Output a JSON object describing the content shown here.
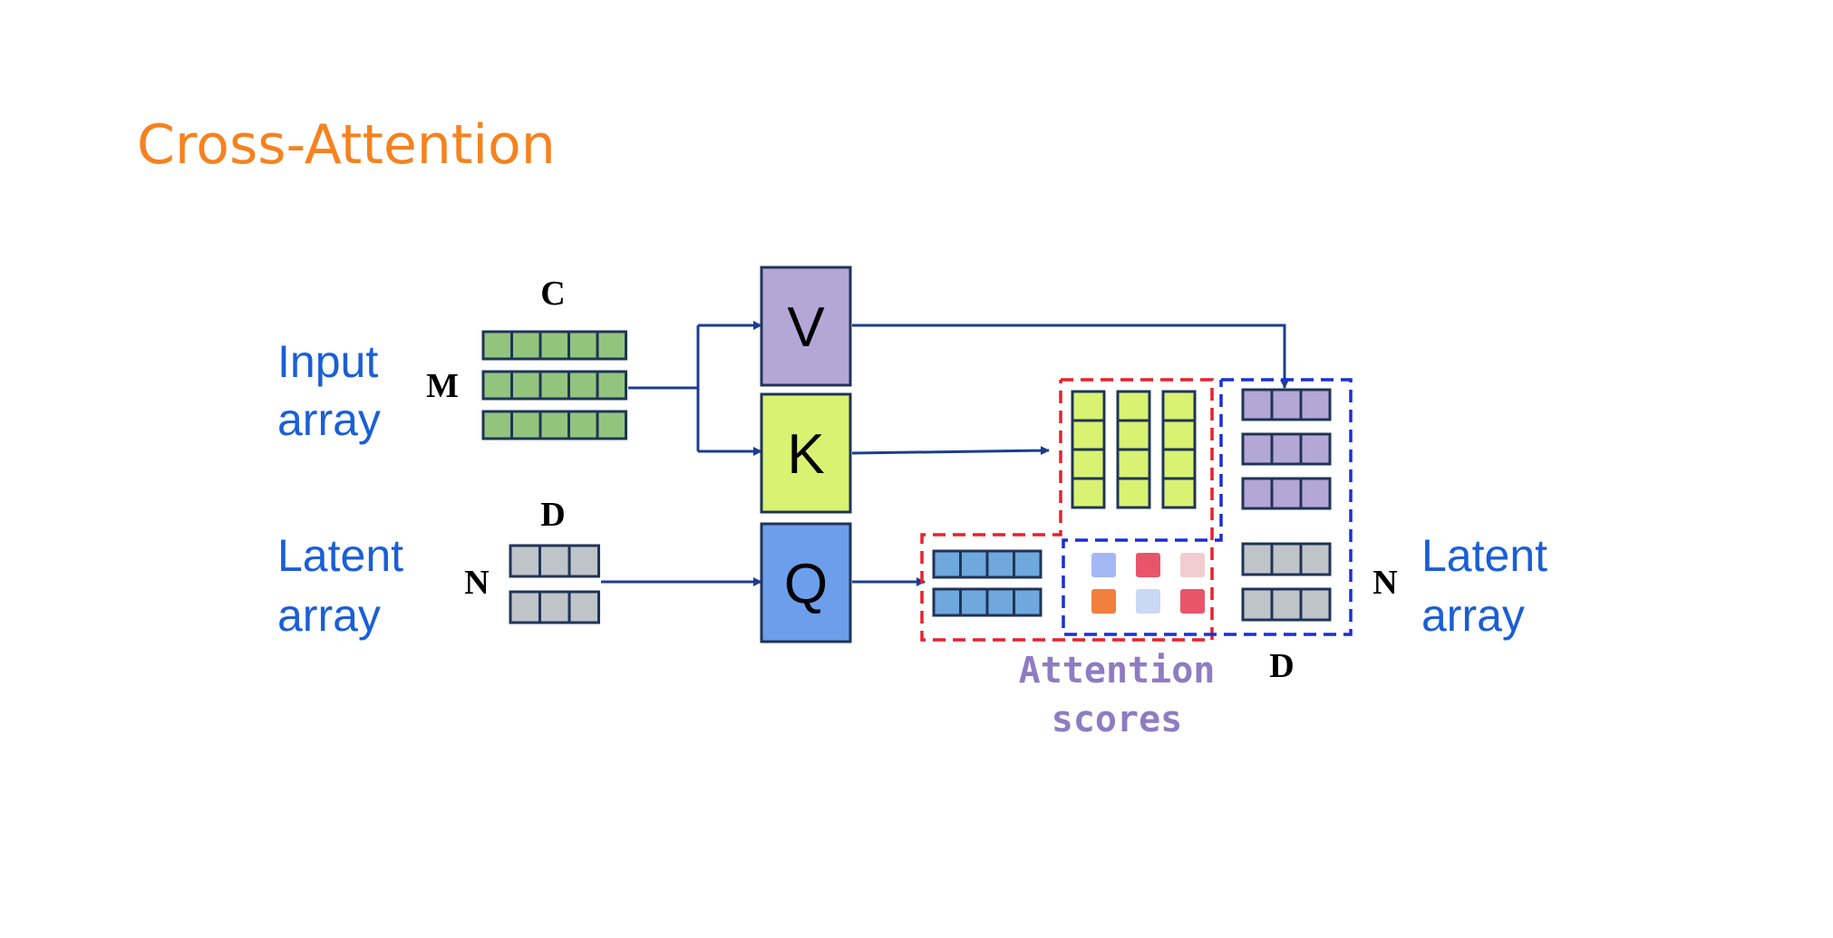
{
  "title": "Cross-Attention",
  "labels": {
    "input_array": [
      "Input",
      "array"
    ],
    "latent_array_left": [
      "Latent",
      "array"
    ],
    "latent_array_right": [
      "Latent",
      "array"
    ],
    "attention_scores": [
      "Attention",
      "scores"
    ]
  },
  "dims": {
    "c": "C",
    "m": "M",
    "d_top": "D",
    "n_left": "N",
    "n_right": "N",
    "d_bottom": "D"
  },
  "projections": {
    "v": "V",
    "k": "K",
    "q": "Q"
  },
  "colors": {
    "title": "#f5821f",
    "label_blue": "#1a5fd6",
    "attention_purple": "#8e7cc3",
    "input_green": "#93c47d",
    "latent_gray": "#bfc4c8",
    "v_purple": "#b4a7d6",
    "k_lime": "#d9f272",
    "q_blue": "#6d9eeb",
    "query_cells": "#6fa8dc",
    "arrow": "#1c3d8f",
    "outline": "#1f3557",
    "dash_red": "#e8212b",
    "dash_blue": "#1a2fd6"
  },
  "score_colors": [
    "#a4b8f5",
    "#e8556a",
    "#f2cdd0",
    "#f27f3d",
    "#c9d8f5",
    "#e8556a"
  ]
}
